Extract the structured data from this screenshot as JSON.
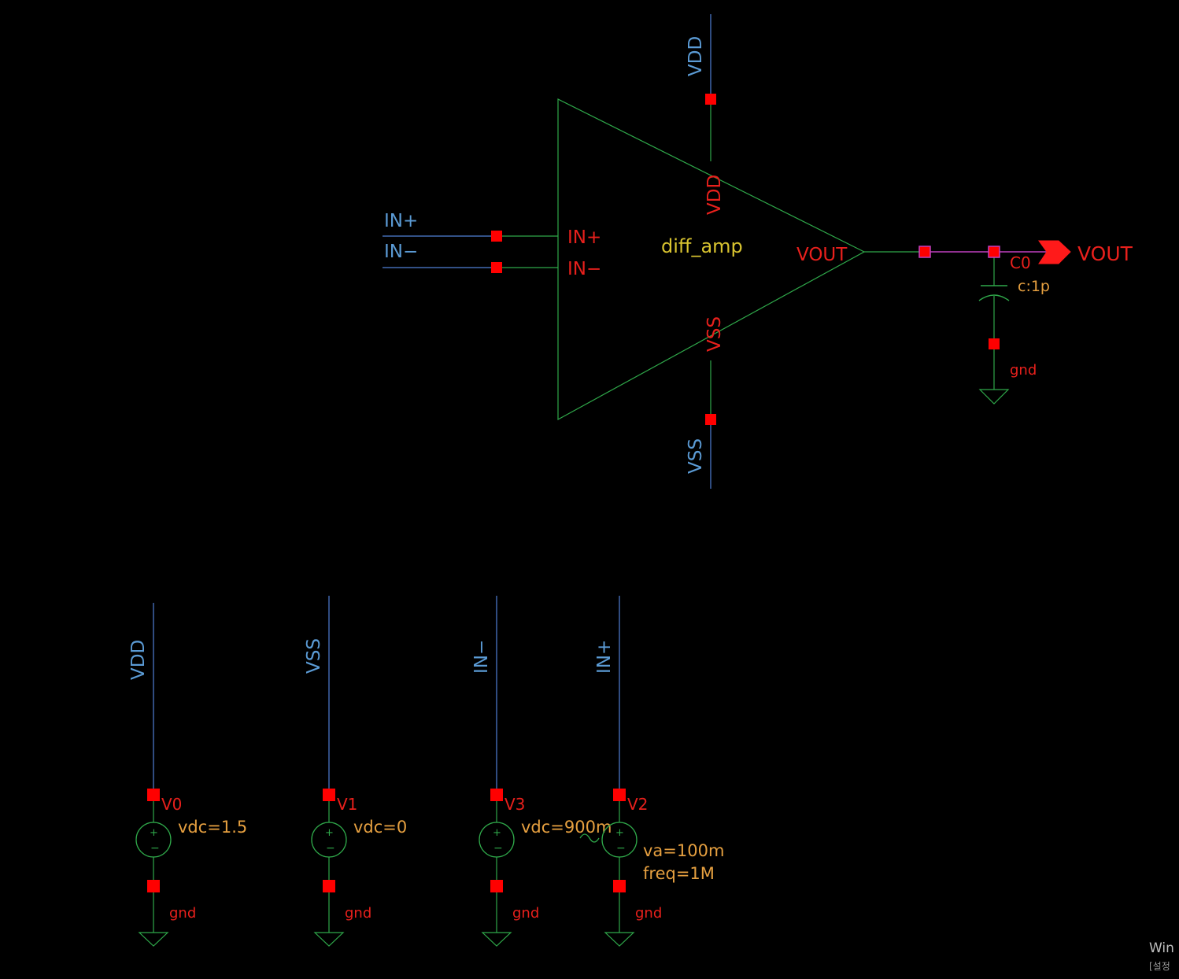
{
  "colors": {
    "background": "#000000",
    "wire": "#4f7fd6",
    "symbol": "#2fa84a",
    "pin": "#ff0000",
    "selected_wire": "#c040c0",
    "net_label": "#5b9bd5",
    "pin_label": "#e8201c",
    "param_label": "#e6a040",
    "instance_name": "#d9c430"
  },
  "amplifier": {
    "cell_name": "diff_amp",
    "pins": {
      "in_plus": "IN+",
      "in_minus": "IN−",
      "vdd": "VDD",
      "vss": "VSS",
      "vout": "VOUT"
    }
  },
  "nets": {
    "in_plus": "IN+",
    "in_minus": "IN−",
    "vdd_top": "VDD",
    "vss_bottom": "VSS",
    "vout_pin": "VOUT"
  },
  "capacitor": {
    "name": "C0",
    "value": "c:1p",
    "ground": "gnd"
  },
  "sources": [
    {
      "name": "V0",
      "net": "VDD",
      "params": [
        "vdc=1.5"
      ],
      "ground": "gnd",
      "type": "dc"
    },
    {
      "name": "V1",
      "net": "VSS",
      "params": [
        "vdc=0"
      ],
      "ground": "gnd",
      "type": "dc"
    },
    {
      "name": "V3",
      "net": "IN−",
      "params": [
        "vdc=900m"
      ],
      "ground": "gnd",
      "type": "dc"
    },
    {
      "name": "V2",
      "net": "IN+",
      "params": [
        "va=100m",
        "freq=1M"
      ],
      "ground": "gnd",
      "type": "ac"
    }
  ],
  "os_watermark": {
    "line1": "Win",
    "line2": "[설정"
  }
}
